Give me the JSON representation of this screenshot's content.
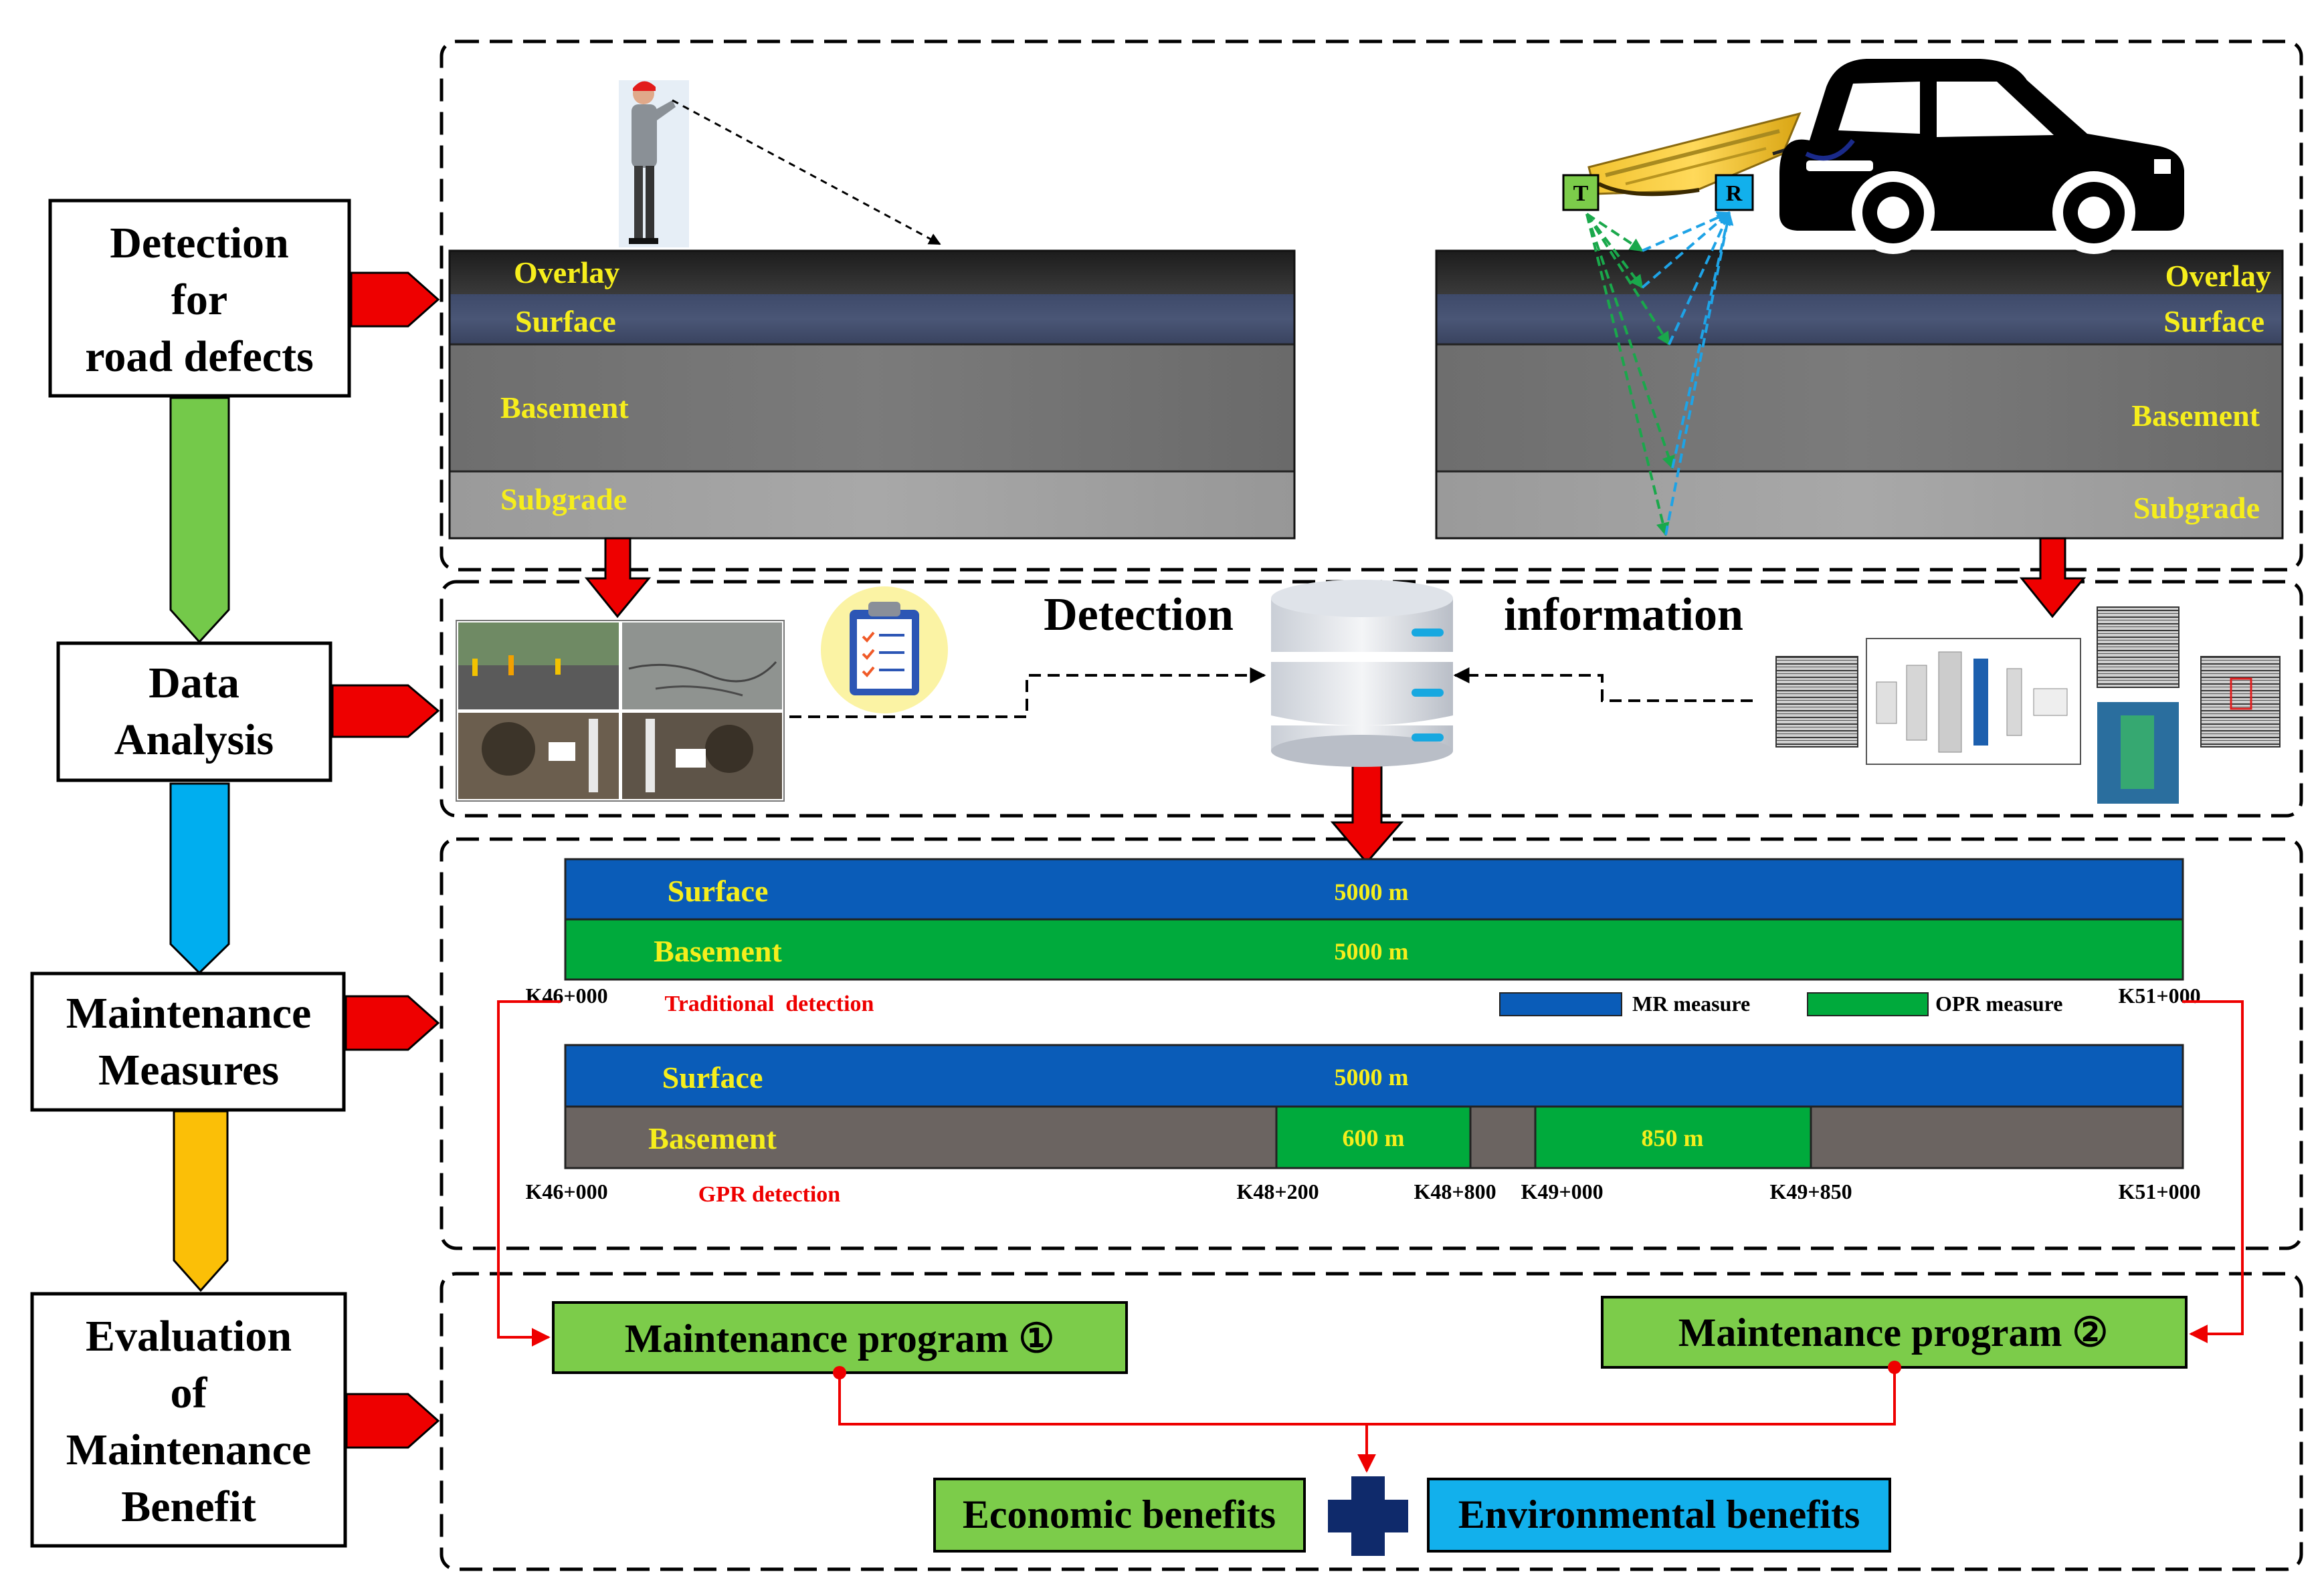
{
  "colors": {
    "red": "#ee0000",
    "green_bar": "#00aa3c",
    "blue_bar": "#0a5cb8",
    "gray_bar": "#6b6461",
    "green_box": "#7ccc4a",
    "blue_box": "#12b0ec",
    "yellow_text": "#f6ee1c",
    "arrow_green": "#74c94a",
    "arrow_blue": "#00aeef",
    "arrow_yellow": "#fbbf07",
    "navy": "#0f2a6b"
  },
  "stages": {
    "s1": [
      "Detection",
      "for",
      "road defects"
    ],
    "s2": [
      "Data",
      "Analysis"
    ],
    "s3": [
      "Maintenance",
      "Measures"
    ],
    "s4": [
      "Evaluation",
      "of",
      "Maintenance",
      "Benefit"
    ]
  },
  "left_road": {
    "overlay": "Overlay",
    "surface": "Surface",
    "basement": "Basement",
    "subgrade": "Subgrade"
  },
  "right_road": {
    "overlay": "Overlay",
    "surface": "Surface",
    "basement": "Basement",
    "subgrade": "Subgrade",
    "antenna_t": "T",
    "antenna_r": "R"
  },
  "analysis": {
    "heading_left": "Detection",
    "heading_right": "information"
  },
  "maintenance": {
    "traditional": {
      "surface_label": "Surface",
      "surface_len": "5000 m",
      "basement_label": "Basement",
      "basement_len": "5000 m",
      "start": "K46+000",
      "end": "K51+000",
      "caption": "Traditional  detection"
    },
    "legend": {
      "mr": "MR measure",
      "opr": "OPR measure"
    },
    "gpr": {
      "surface_label": "Surface",
      "surface_len": "5000 m",
      "basement_label": "Basement",
      "seg1_len": "600 m",
      "seg2_len": "850 m",
      "start": "K46+000",
      "k1": "K48+200",
      "k2": "K48+800",
      "k3": "K49+000",
      "k4": "K49+850",
      "end": "K51+000",
      "caption": "GPR detection"
    }
  },
  "evaluation": {
    "program1": "Maintenance program ①",
    "program2": "Maintenance program ②",
    "economic": "Economic benefits",
    "environmental": "Environmental benefits"
  }
}
